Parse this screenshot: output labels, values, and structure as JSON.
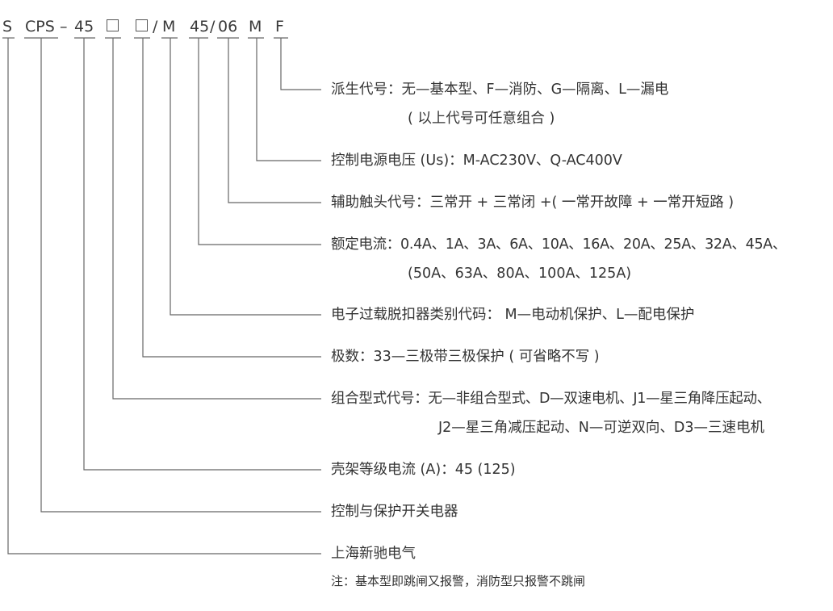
{
  "model_code": {
    "seg_s": "S",
    "seg_cps": "CPS",
    "seg_dash": "–",
    "seg_45": "45",
    "seg_slash": "/",
    "seg_m": "M",
    "seg_rating": "45",
    "seg_slash2": "/",
    "seg_06": "06",
    "seg_mvolt": "M",
    "seg_f": "F"
  },
  "labels": {
    "derived_code": "派生代号：无—基本型、F—消防、G—隔离、L—漏电",
    "derived_code_note": "( 以上代号可任意组合 )",
    "control_voltage": "控制电源电压 (Us)：M-AC230V、Q-AC400V",
    "aux_contacts": "辅助触头代号：三常开 + 三常闭 +( 一常开故障 + 一常开短路 )",
    "rated_current_1": "额定电流：0.4A、1A、3A、6A、10A、16A、20A、25A、32A、45A、",
    "rated_current_2": "(50A、63A、80A、100A、125A)",
    "overload_release": "电子过载脱扣器类别代码： M—电动机保护、L—配电保护",
    "poles": "极数：33—三极带三极保护 ( 可省略不写 )",
    "combo_1": "组合型式代号：无—非组合型式、D—双速电机、J1—星三角降压起动、",
    "combo_2": "J2—星三角减压起动、N—可逆双向、D3—三速电机",
    "frame_current": "壳架等级电流 (A)：45 (125)",
    "switch_type": "控制与保护开关电器",
    "manufacturer": "上海新驰电气",
    "footnote": "注：基本型即跳闸又报警，消防型只报警不跳闸"
  }
}
